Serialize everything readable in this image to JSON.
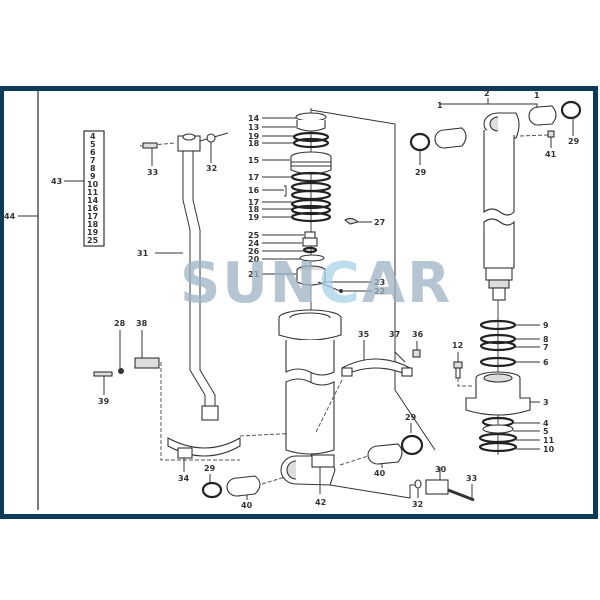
{
  "diagram": {
    "title": "Hydraulic cylinder exploded parts diagram",
    "frame_color": "#0e3a5a",
    "watermark": {
      "text_part1": "SUN",
      "text_accent": "C",
      "text_part2": "AR",
      "color": "#9db4c4",
      "accent_color": "#a9d4ea"
    },
    "kit_box": {
      "label": "43",
      "items": [
        "4",
        "5",
        "6",
        "7",
        "8",
        "9",
        "10",
        "11",
        "14",
        "16",
        "17",
        "18",
        "19",
        "25"
      ]
    },
    "assembly_label": "44",
    "callouts": {
      "c1a": "1",
      "c1b": "1",
      "c2": "2",
      "c3": "3",
      "c4": "4",
      "c5": "5",
      "c6": "6",
      "c7": "7",
      "c8": "8",
      "c9": "9",
      "c10": "10",
      "c11": "11",
      "c12": "12",
      "c13": "13",
      "c14": "14",
      "c15": "15",
      "c16": "16",
      "c17a": "17",
      "c17b": "17",
      "c18a": "18",
      "c18b": "18",
      "c19a": "19",
      "c19b": "19",
      "c20": "20",
      "c21": "21",
      "c22": "22",
      "c23": "23",
      "c24": "24",
      "c25": "25",
      "c26": "26",
      "c27": "27",
      "c28": "28",
      "c29a": "29",
      "c29b": "29",
      "c29c": "29",
      "c29d": "29",
      "c30": "30",
      "c31": "31",
      "c32a": "32",
      "c32b": "32",
      "c33a": "33",
      "c33b": "33",
      "c34": "34",
      "c35": "35",
      "c36": "36",
      "c37": "37",
      "c38": "38",
      "c39": "39",
      "c40a": "40",
      "c40b": "40",
      "c41": "41",
      "c42": "42"
    }
  }
}
